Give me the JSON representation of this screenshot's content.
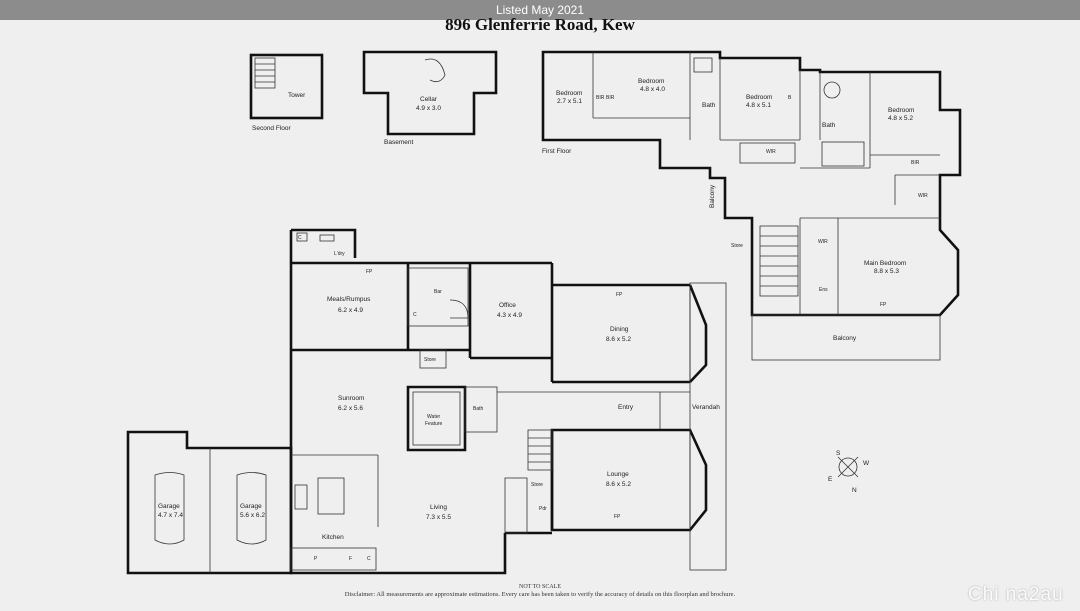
{
  "banner": "Listed May 2021",
  "address": "896 Glenferrie Road, Kew",
  "floors": {
    "second": "Second Floor",
    "basement": "Basement",
    "first": "First Floor"
  },
  "rooms": {
    "tower": "Tower",
    "cellar": "Cellar",
    "cellar_dim": "4.9 x 3.0",
    "bed1": "Bedroom",
    "bed1_dim": "2.7 x 5.1",
    "bed2": "Bedroom",
    "bed2_dim": "4.8 x 4.0",
    "bed3": "Bedroom",
    "bed3_dim": "4.8 x 5.1",
    "bed4": "Bedroom",
    "bed4_dim": "4.8 x 5.2",
    "bath_upper1": "Bath",
    "bath_upper2": "Bath",
    "bir1": "BIR",
    "bir2": "BIR",
    "bir3": "BIR",
    "wir_upper": "WIR",
    "wir_right": "WIR",
    "wir_main": "WIR",
    "balcony_side": "Balcony",
    "store_upper": "Store",
    "main_bed": "Main Bedroom",
    "main_bed_dim": "8.8 x 5.3",
    "ens": "Ens",
    "balcony": "Balcony",
    "ldry": "L'dry",
    "meals": "Meals/Rumpus",
    "meals_dim": "6.2 x 4.9",
    "bar": "Bar",
    "office": "Office",
    "office_dim": "4.3 x 4.9",
    "dining": "Dining",
    "dining_dim": "8.6 x 5.2",
    "store_mid": "Store",
    "sunroom": "Sunroom",
    "sunroom_dim": "6.2 x 5.6",
    "water": "Water",
    "water2": "Feature",
    "bath_ground": "Bath",
    "entry": "Entry",
    "verandah": "Verandah",
    "garage1": "Garage",
    "garage1_dim": "4.7 x 7.4",
    "garage2": "Garage",
    "garage2_dim": "5.6 x 6.2",
    "kitchen": "Kitchen",
    "living": "Living",
    "living_dim": "7.3 x 5.5",
    "store_low": "Store",
    "pdr": "Pdr",
    "lounge": "Lounge",
    "lounge_dim": "8.6 x 5.2"
  },
  "marks": {
    "c": "C",
    "fp": "FP",
    "p": "P",
    "f": "F",
    "b": "B"
  },
  "compass": {
    "n": "N",
    "s": "S",
    "e": "E",
    "w": "W"
  },
  "not_to_scale": "NOT TO SCALE",
  "disclaimer": "Disclaimer: All measurements are approximate estimations. Every care has been taken to verify the accuracy of details on this floorplan and brochure.",
  "watermark": "Chi na2au"
}
